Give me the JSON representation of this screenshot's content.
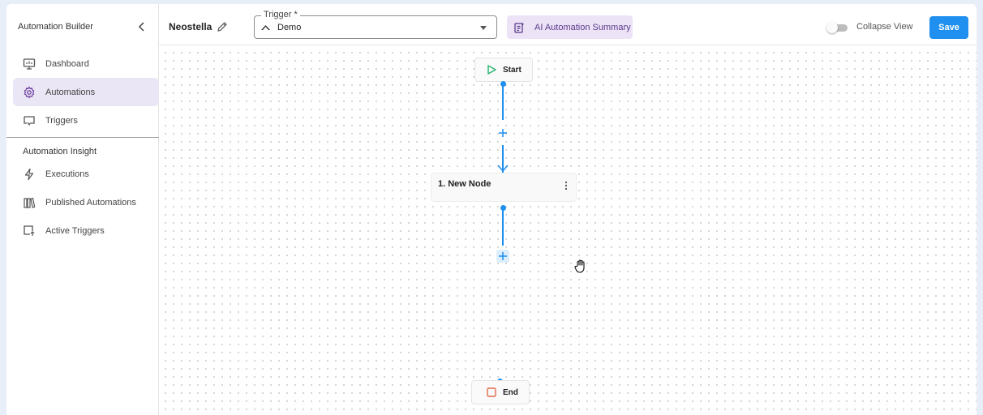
{
  "sidebar": {
    "title": "Automation Builder",
    "items": [
      {
        "label": "Dashboard",
        "icon": "monitor-icon"
      },
      {
        "label": "Automations",
        "icon": "gear-icon",
        "active": true
      },
      {
        "label": "Triggers",
        "icon": "trigger-icon"
      }
    ],
    "section_title": "Automation Insight",
    "insight_items": [
      {
        "label": "Executions",
        "icon": "bolt-icon"
      },
      {
        "label": "Published Automations",
        "icon": "books-icon"
      },
      {
        "label": "Active Triggers",
        "icon": "active-trigger-icon"
      }
    ]
  },
  "header": {
    "flow_name": "Neostella",
    "trigger_label": "Trigger *",
    "trigger_value": "Demo",
    "ai_summary_label": "AI Automation Summary",
    "collapse_view_label": "Collapse View",
    "save_label": "Save"
  },
  "canvas": {
    "start_label": "Start",
    "node_label": "1. New Node",
    "end_label": "End"
  },
  "colors": {
    "accent": "#1f8ff0",
    "active_bg": "#ebe6f5",
    "ai_bg": "#ece3f7",
    "start_green": "#2bb673",
    "end_orange": "#e0694a"
  }
}
